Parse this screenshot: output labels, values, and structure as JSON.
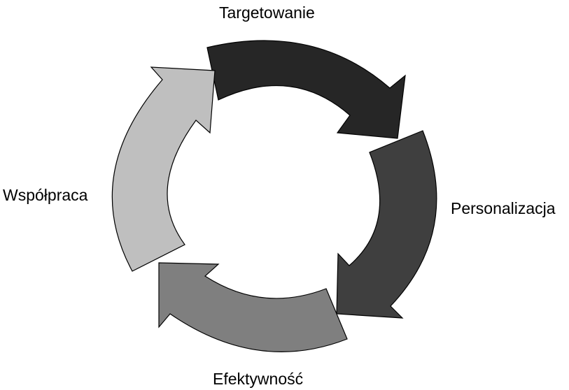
{
  "diagram": {
    "stages": [
      {
        "key": "top",
        "label": "Targetowanie",
        "color": "#262626"
      },
      {
        "key": "right",
        "label": "Personalizacja",
        "color": "#3f3f3f"
      },
      {
        "key": "bottom",
        "label": "Efektywność",
        "color": "#7f7f7f"
      },
      {
        "key": "left",
        "label": "Współpraca",
        "color": "#bfbfbf"
      }
    ]
  }
}
